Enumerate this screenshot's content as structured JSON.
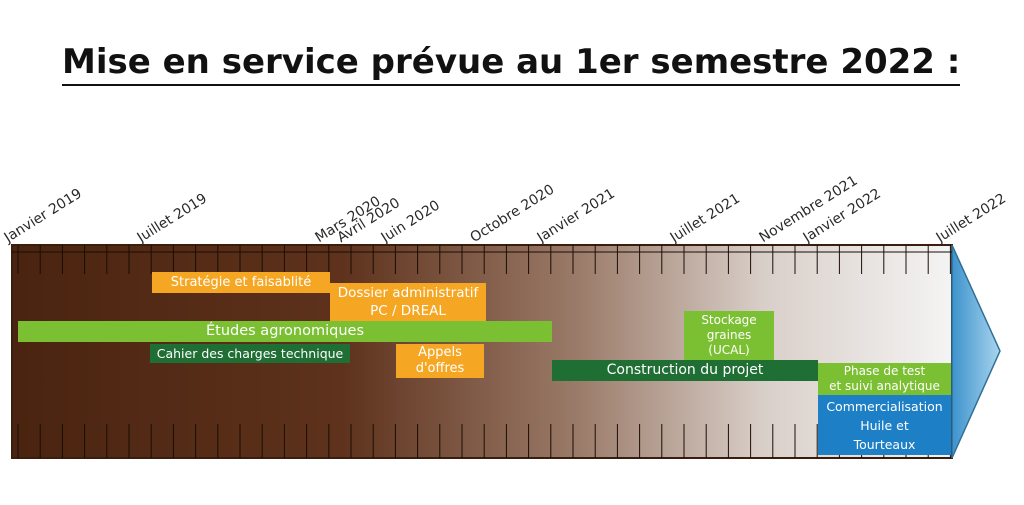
{
  "title": "Mise en service prévue au 1er semestre 2022 :",
  "colors": {
    "arrow_dark": "#4a2410",
    "arrow_light": "#f4f4f4",
    "arrow_head": "#5aa8d6",
    "orange": "#f5a623",
    "light_green": "#7bbf32",
    "dark_green": "#1f6e34",
    "blue": "#1d7fc6"
  },
  "dates": [
    "Janvier 2019",
    "Juillet 2019",
    "Mars 2020",
    "Avril 2020",
    "Juin 2020",
    "Octobre 2020",
    "Janvier 2021",
    "Juillet 2021",
    "Novembre 2021",
    "Janvier 2022",
    "Juillet 2022"
  ],
  "tasks": [
    {
      "label": "Stratégie et faisablité"
    },
    {
      "label": "Dossier administratif\nPC / DREAL"
    },
    {
      "label": "Études agronomiques"
    },
    {
      "label": "Cahier des charges technique"
    },
    {
      "label": "Appels\nd'offres"
    },
    {
      "label": "Stockage\ngraines\n(UCAL)"
    },
    {
      "label": "Construction du projet"
    },
    {
      "label": "Phase de test\net suivi analytique"
    },
    {
      "label": "Commercialisation\nHuile et\nTourteaux"
    }
  ]
}
